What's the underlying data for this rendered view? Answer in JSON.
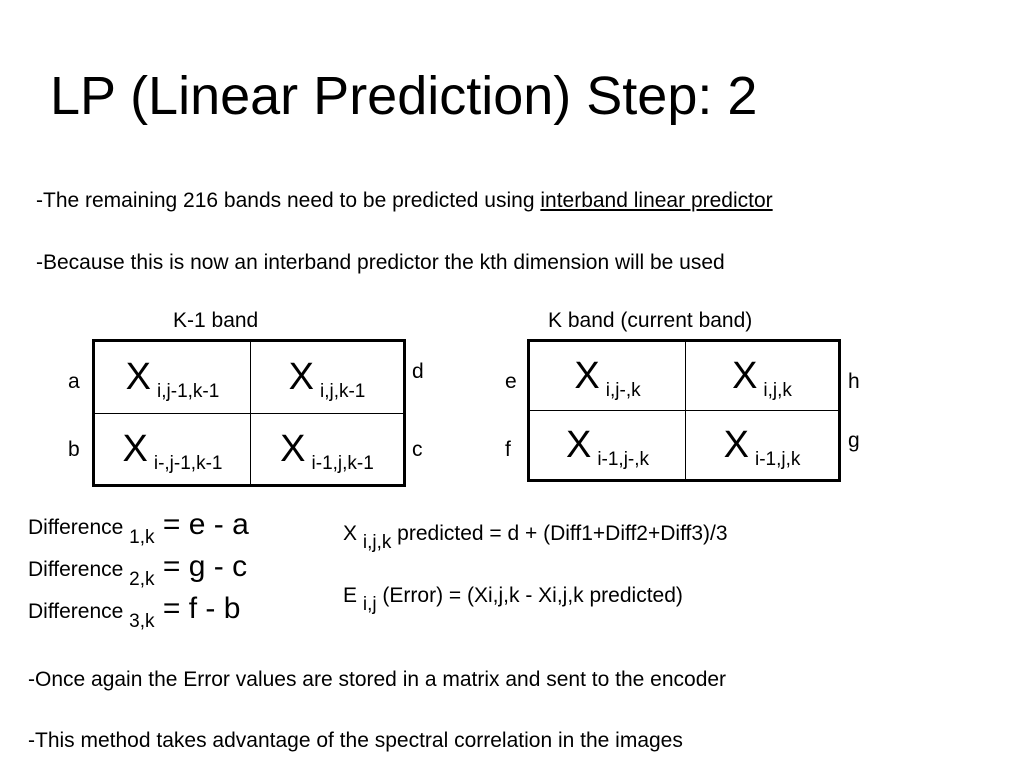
{
  "slide": {
    "title": "LP (Linear Prediction) Step: 2",
    "bullet1": {
      "prefix": "-The remaining 216 bands need to be predicted using ",
      "link": "interband linear predictor"
    },
    "bullet2": "-Because this is now an interband predictor the kth dimension will be used",
    "bullet3": "-Once again the Error values are stored in a matrix and sent to the encoder",
    "bullet4": "-This method takes advantage of the spectral correlation in the images"
  },
  "left_grid": {
    "label": "K-1 band",
    "corner_a": "a",
    "corner_b": "b",
    "corner_c": "c",
    "corner_d": "d",
    "cells": [
      {
        "x": "X",
        "sub": "i,j-1,k-1"
      },
      {
        "x": "X",
        "sub": "i,j,k-1"
      },
      {
        "x": "X",
        "sub": "i-,j-1,k-1"
      },
      {
        "x": "X",
        "sub": "i-1,j,k-1"
      }
    ]
  },
  "right_grid": {
    "label": "K band (current band)",
    "corner_e": "e",
    "corner_f": "f",
    "corner_g": "g",
    "corner_h": "h",
    "cells": [
      {
        "x": "X",
        "sub": "i,j-,k"
      },
      {
        "x": "X",
        "sub": "i,j,k"
      },
      {
        "x": "X",
        "sub": "i-1,j-,k"
      },
      {
        "x": "X",
        "sub": "i-1,j,k"
      }
    ]
  },
  "differences": [
    {
      "word": "Difference ",
      "sub": "1,k",
      "eq": " = ",
      "expr": "e - a"
    },
    {
      "word": "Difference ",
      "sub": "2,k",
      "eq": " = ",
      "expr": "g - c"
    },
    {
      "word": "Difference ",
      "sub": "3,k",
      "eq": " =  ",
      "expr": "f - b"
    }
  ],
  "formulas": {
    "predicted": {
      "x": "X ",
      "sub": "i,j,k",
      "rest": " predicted = d + (Diff1+Diff2+Diff3)/3"
    },
    "error": {
      "e": "E ",
      "sub": "i,j",
      "rest": " (Error) = (Xi,j,k - Xi,j,k predicted)"
    }
  }
}
